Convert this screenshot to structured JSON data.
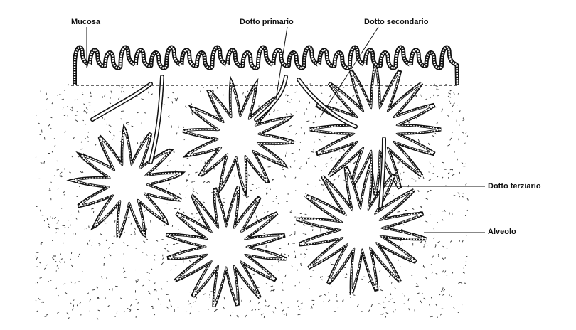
{
  "labels": {
    "mucosa": "Mucosa",
    "dotto_primario": "Dotto primario",
    "dotto_secondario": "Dotto secondario",
    "dotto_terziario": "Dotto terziario",
    "alveolo": "Alveolo"
  },
  "colors": {
    "ink": "#111111",
    "stipple": "#333333",
    "background": "#ffffff"
  }
}
